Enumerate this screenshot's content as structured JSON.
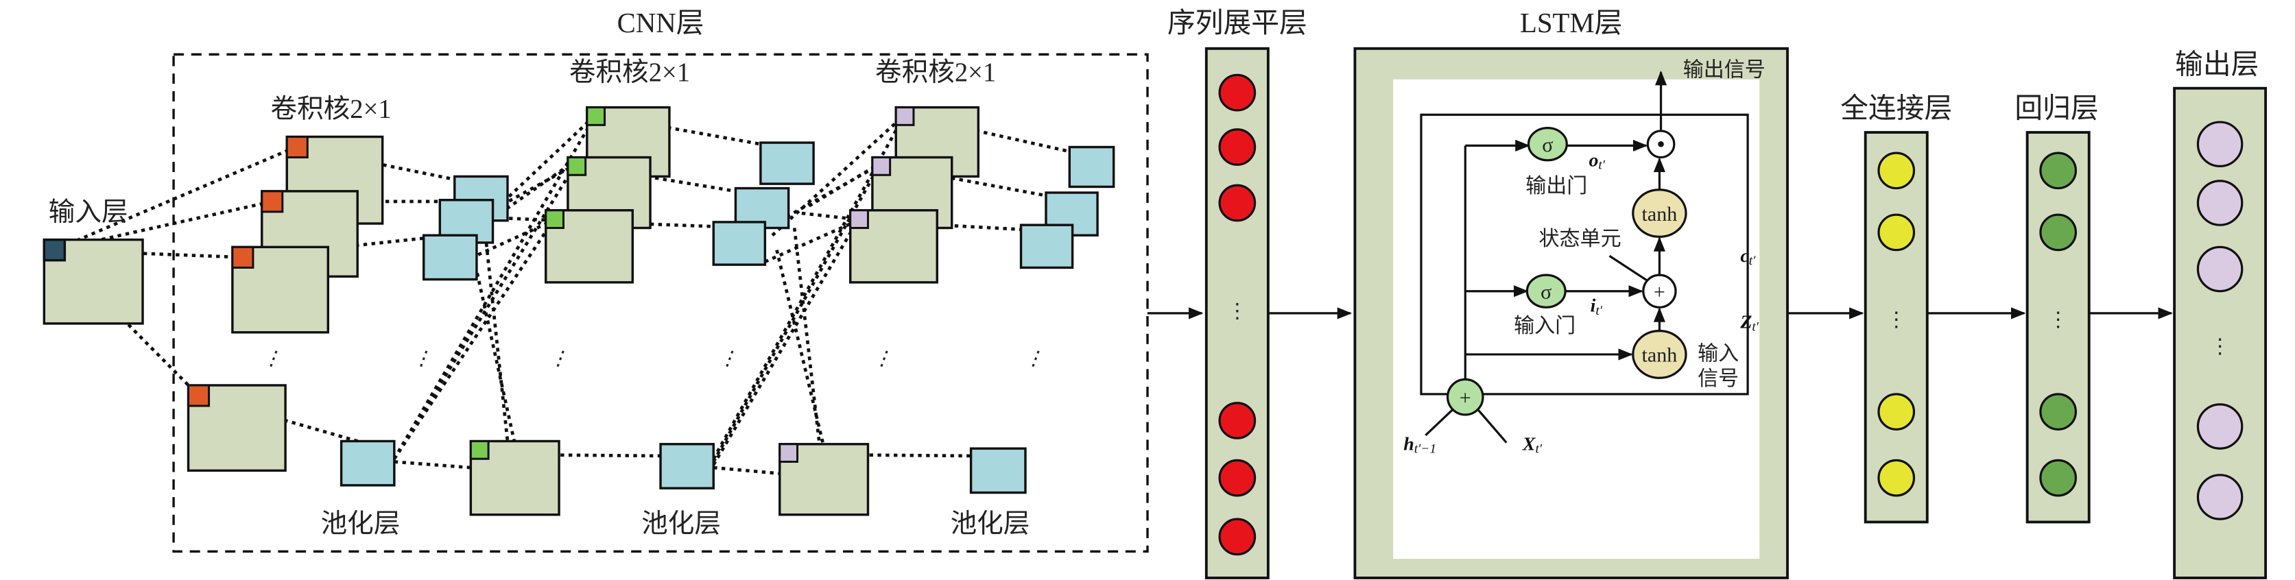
{
  "cnn": {
    "title": "CNN层",
    "input_label": "输入层",
    "conv_labels": [
      "卷积核2×1",
      "卷积核2×1",
      "卷积核2×1"
    ],
    "pool_labels": [
      "池化层",
      "池化层",
      "池化层"
    ],
    "ellipsis": "⋮"
  },
  "flatten": {
    "title": "序列展平层",
    "ellipsis": "⋮"
  },
  "lstm": {
    "title": "LSTM层",
    "output_signal": "输出信号",
    "output_gate": "输出门",
    "input_gate": "输入门",
    "state_cell": "状态单元",
    "input_signal_1": "输入",
    "input_signal_2": "信号",
    "sigma": "σ",
    "tanh": "tanh",
    "plus": "+",
    "odot": "⊙",
    "o": "o",
    "o_sub": "t′",
    "i": "i",
    "i_sub": "t′",
    "c": "c",
    "c_sub": "t′",
    "z": "Z",
    "z_sub": "t′",
    "h": "h",
    "h_sub": "t′−1",
    "x": "X",
    "x_sub": "t′"
  },
  "fc": {
    "title": "全连接层",
    "ellipsis": "⋮"
  },
  "regression": {
    "title": "回归层",
    "ellipsis": "⋮"
  },
  "output": {
    "title": "输出层",
    "ellipsis": "⋮"
  },
  "colors": {
    "feature_map": "#d3dbbf",
    "pool": "#a9d7de",
    "input_kernel": "#2e5266",
    "conv1_kernel": "#e05a28",
    "conv2_kernel": "#7acc50",
    "conv3_kernel": "#cdbfdc",
    "flatten_node": "#e8141c",
    "fc_node": "#e6e632",
    "regression_node": "#6aa84f",
    "output_node": "#dacbe3",
    "gate_green": "#b4e0a4",
    "tanh_fill": "#ece2b0"
  }
}
